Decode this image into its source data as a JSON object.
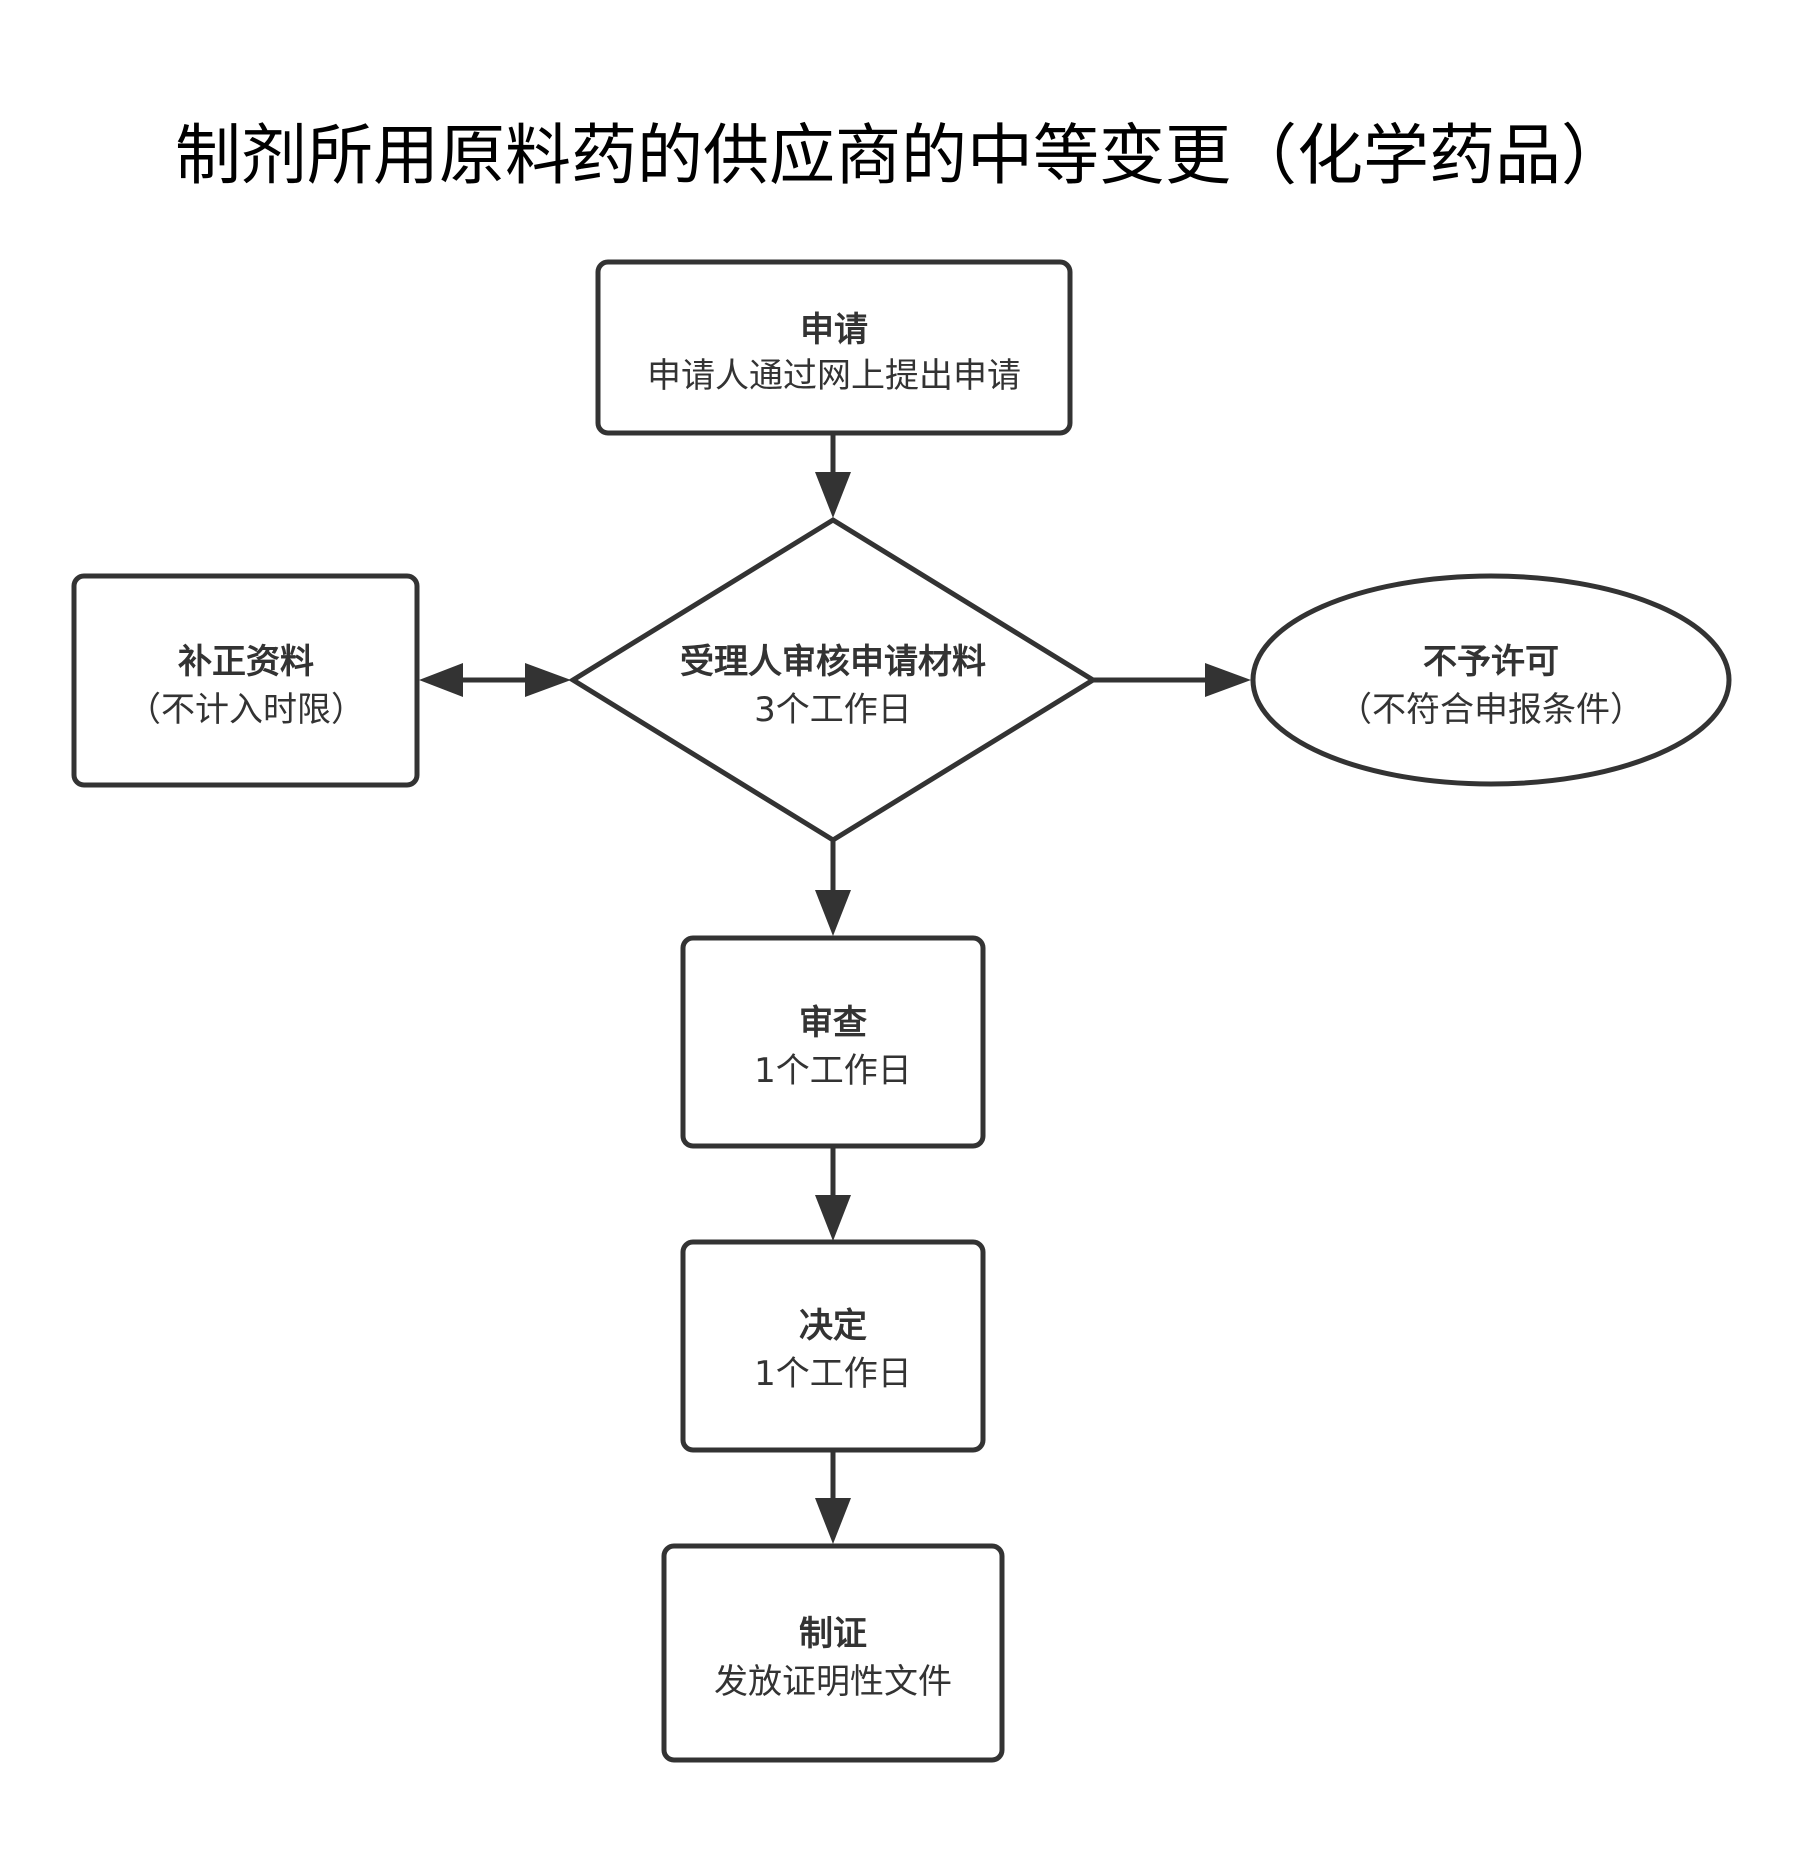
{
  "title": "制剂所用原料药的供应商的中等变更（化学药品）",
  "colors": {
    "stroke": "#333333",
    "text": "#333333",
    "title": "#000000",
    "background": "#ffffff"
  },
  "nodes": {
    "apply": {
      "title": "申请",
      "sub": "申请人通过网上提出申请"
    },
    "accept": {
      "title": "受理人审核申请材料",
      "sub": "3个工作日"
    },
    "supplement": {
      "title": "补正资料",
      "sub": "（不计入时限）"
    },
    "reject": {
      "title": "不予许可",
      "sub": "（不符合申报条件）"
    },
    "review": {
      "title": "审查",
      "sub": "1个工作日"
    },
    "decide": {
      "title": "决定",
      "sub": "1个工作日"
    },
    "certify": {
      "title": "制证",
      "sub": "发放证明性文件"
    }
  }
}
